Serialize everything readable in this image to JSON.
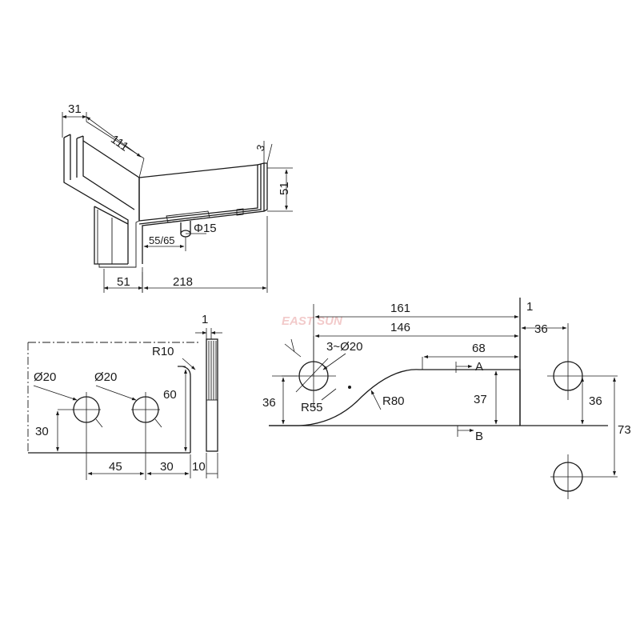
{
  "watermark": "EAST SUN",
  "iso_view": {
    "dim_31": "31",
    "dim_111": "111",
    "dim_3": "3",
    "dim_51_right": "51",
    "dim_phi15": "Φ15",
    "dim_55_65": "55/65",
    "dim_51_bottom": "51",
    "dim_218": "218"
  },
  "side_view": {
    "dim_1": "1",
    "dim_r10": "R10",
    "dim_hole1": "Ø20",
    "dim_hole2": "Ø20",
    "dim_60": "60",
    "dim_30_vert": "30",
    "dim_45": "45",
    "dim_30_horiz": "30",
    "dim_10": "10"
  },
  "plan_view": {
    "dim_161": "161",
    "dim_1": "1",
    "dim_146": "146",
    "dim_36_top": "36",
    "dim_3x20": "3~Ø20",
    "dim_68": "68",
    "label_a": "A",
    "dim_36_left": "36",
    "dim_r55": "R55",
    "dim_r80": "R80",
    "dim_37": "37",
    "dim_36_right": "36",
    "dim_73": "73",
    "label_b": "B"
  }
}
